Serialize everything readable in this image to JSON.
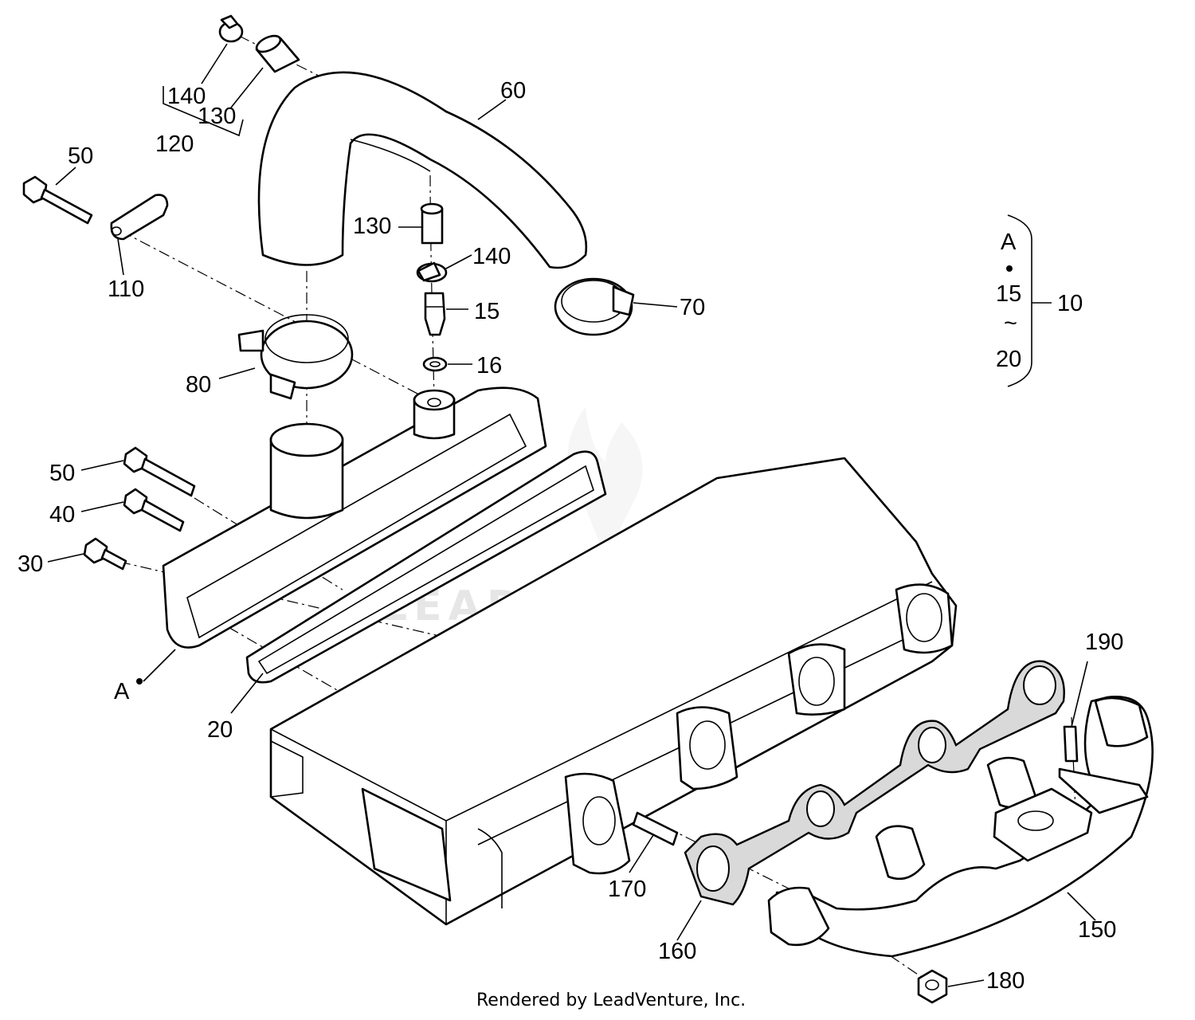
{
  "watermark": "LEADVENTURE",
  "footer": "Rendered by LeadVenture, Inc.",
  "callouts": {
    "c140_top": "140",
    "c130_top": "130",
    "c120": "120",
    "c60": "60",
    "c50_top": "50",
    "c110": "110",
    "c130_mid": "130",
    "c140_mid": "140",
    "c15": "15",
    "c16": "16",
    "c70": "70",
    "c80": "80",
    "c50_mid": "50",
    "c40": "40",
    "c30": "30",
    "cA_left": "A",
    "c20": "20",
    "c190": "190",
    "c170": "170",
    "c160": "160",
    "c150": "150",
    "c180": "180"
  },
  "kit_legend": {
    "a": "A",
    "from": "15",
    "tilde": "~",
    "to": "20",
    "kit": "10"
  }
}
